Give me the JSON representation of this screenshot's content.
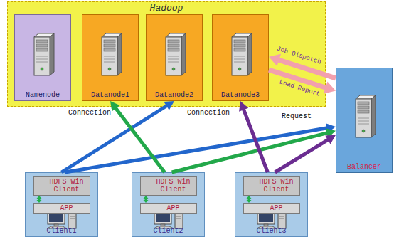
{
  "diagram": {
    "nodes": [
      {
        "text": [
          "Hadoop"
        ]
      },
      {
        "text": [
          "Namenode"
        ],
        "in": 0
      },
      {
        "text": [
          "Datanode1"
        ],
        "in": 0
      },
      {
        "text": [
          "Datanode2"
        ],
        "in": 0
      },
      {
        "text": [
          "Datanode3"
        ],
        "in": 0
      },
      {
        "text": [
          "Balancer"
        ]
      },
      {
        "text": [
          "Client1"
        ]
      },
      {
        "text": [
          "HDFS Win Client"
        ],
        "in": 6
      },
      {
        "text": [
          "APP"
        ],
        "in": 6
      },
      {
        "text": [
          "Client2"
        ]
      },
      {
        "text": [
          "HDFS Win Client"
        ],
        "in": 9
      },
      {
        "text": [
          "APP"
        ],
        "in": 9
      },
      {
        "text": [
          "Client3"
        ]
      },
      {
        "text": [
          "HDFS Win Client"
        ],
        "in": 12
      },
      {
        "text": [
          "APP"
        ],
        "in": 12
      }
    ],
    "edges": [
      {
        "from": 6,
        "to": 3,
        "arrow": "to"
      },
      {
        "from": 6,
        "to": 5,
        "arrow": "to"
      },
      {
        "from": 9,
        "to": 2,
        "arrow": "to"
      },
      {
        "from": 9,
        "to": 5,
        "arrow": "to"
      },
      {
        "from": 12,
        "to": 4,
        "arrow": "to"
      },
      {
        "from": 12,
        "to": 5,
        "arrow": "to"
      },
      {
        "from": 5,
        "to": 4,
        "label": "Job Dispatch",
        "arrow": "to"
      },
      {
        "from": 4,
        "to": 5,
        "label": "Load Report",
        "arrow": "to"
      },
      {
        "from": 7,
        "to": 8,
        "arrow": "both"
      },
      {
        "from": 10,
        "to": 11,
        "arrow": "both"
      },
      {
        "from": 13,
        "to": 14,
        "arrow": "both"
      }
    ],
    "labels": [
      "Connection",
      "Connection",
      "Request"
    ]
  }
}
